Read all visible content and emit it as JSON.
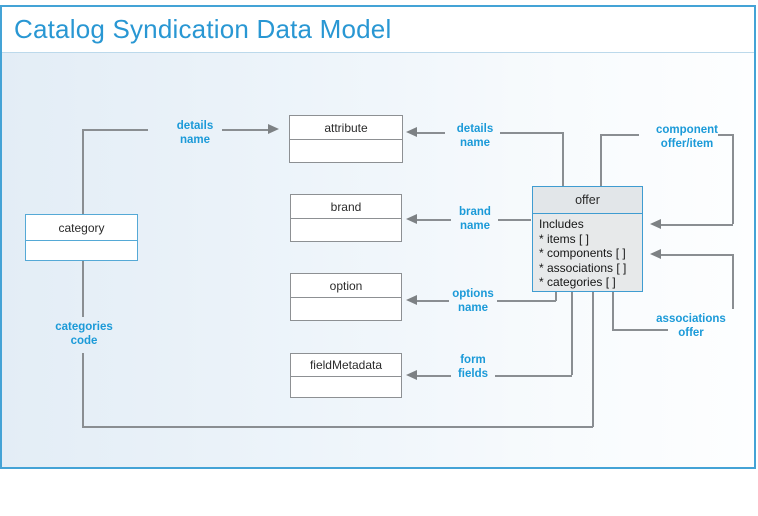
{
  "title": "Catalog Syndication Data Model",
  "colors": {
    "accent_blue": "#2997d3",
    "label_blue": "#1b9ad8",
    "line_gray": "#8a8e92",
    "entity_border_gray": "#8d9093",
    "entity_border_blue": "#4aa5d6",
    "offer_fill": "#e7e9ea"
  },
  "entities": {
    "category": {
      "name": "category"
    },
    "attribute": {
      "name": "attribute"
    },
    "brand": {
      "name": "brand"
    },
    "option": {
      "name": "option"
    },
    "fieldMetadata": {
      "name": "fieldMetadata"
    },
    "offer": {
      "name": "offer",
      "body": [
        "Includes",
        "* items [ ]",
        "* components [ ]",
        "* associations [ ]",
        "* categories [ ]"
      ]
    }
  },
  "labels": {
    "details_left": {
      "line1": "details",
      "line2": "name"
    },
    "details_right": {
      "line1": "details",
      "line2": "name"
    },
    "brand_name": {
      "line1": "brand",
      "line2": "name"
    },
    "options_name": {
      "line1": "options",
      "line2": "name"
    },
    "form_fields": {
      "line1": "form",
      "line2": "fields"
    },
    "component_offer_item": {
      "line1": "component",
      "line2": "offer/item"
    },
    "associations_offer": {
      "line1": "associations",
      "line2": "offer"
    },
    "categories_code": {
      "line1": "categories",
      "line2": "code"
    }
  }
}
